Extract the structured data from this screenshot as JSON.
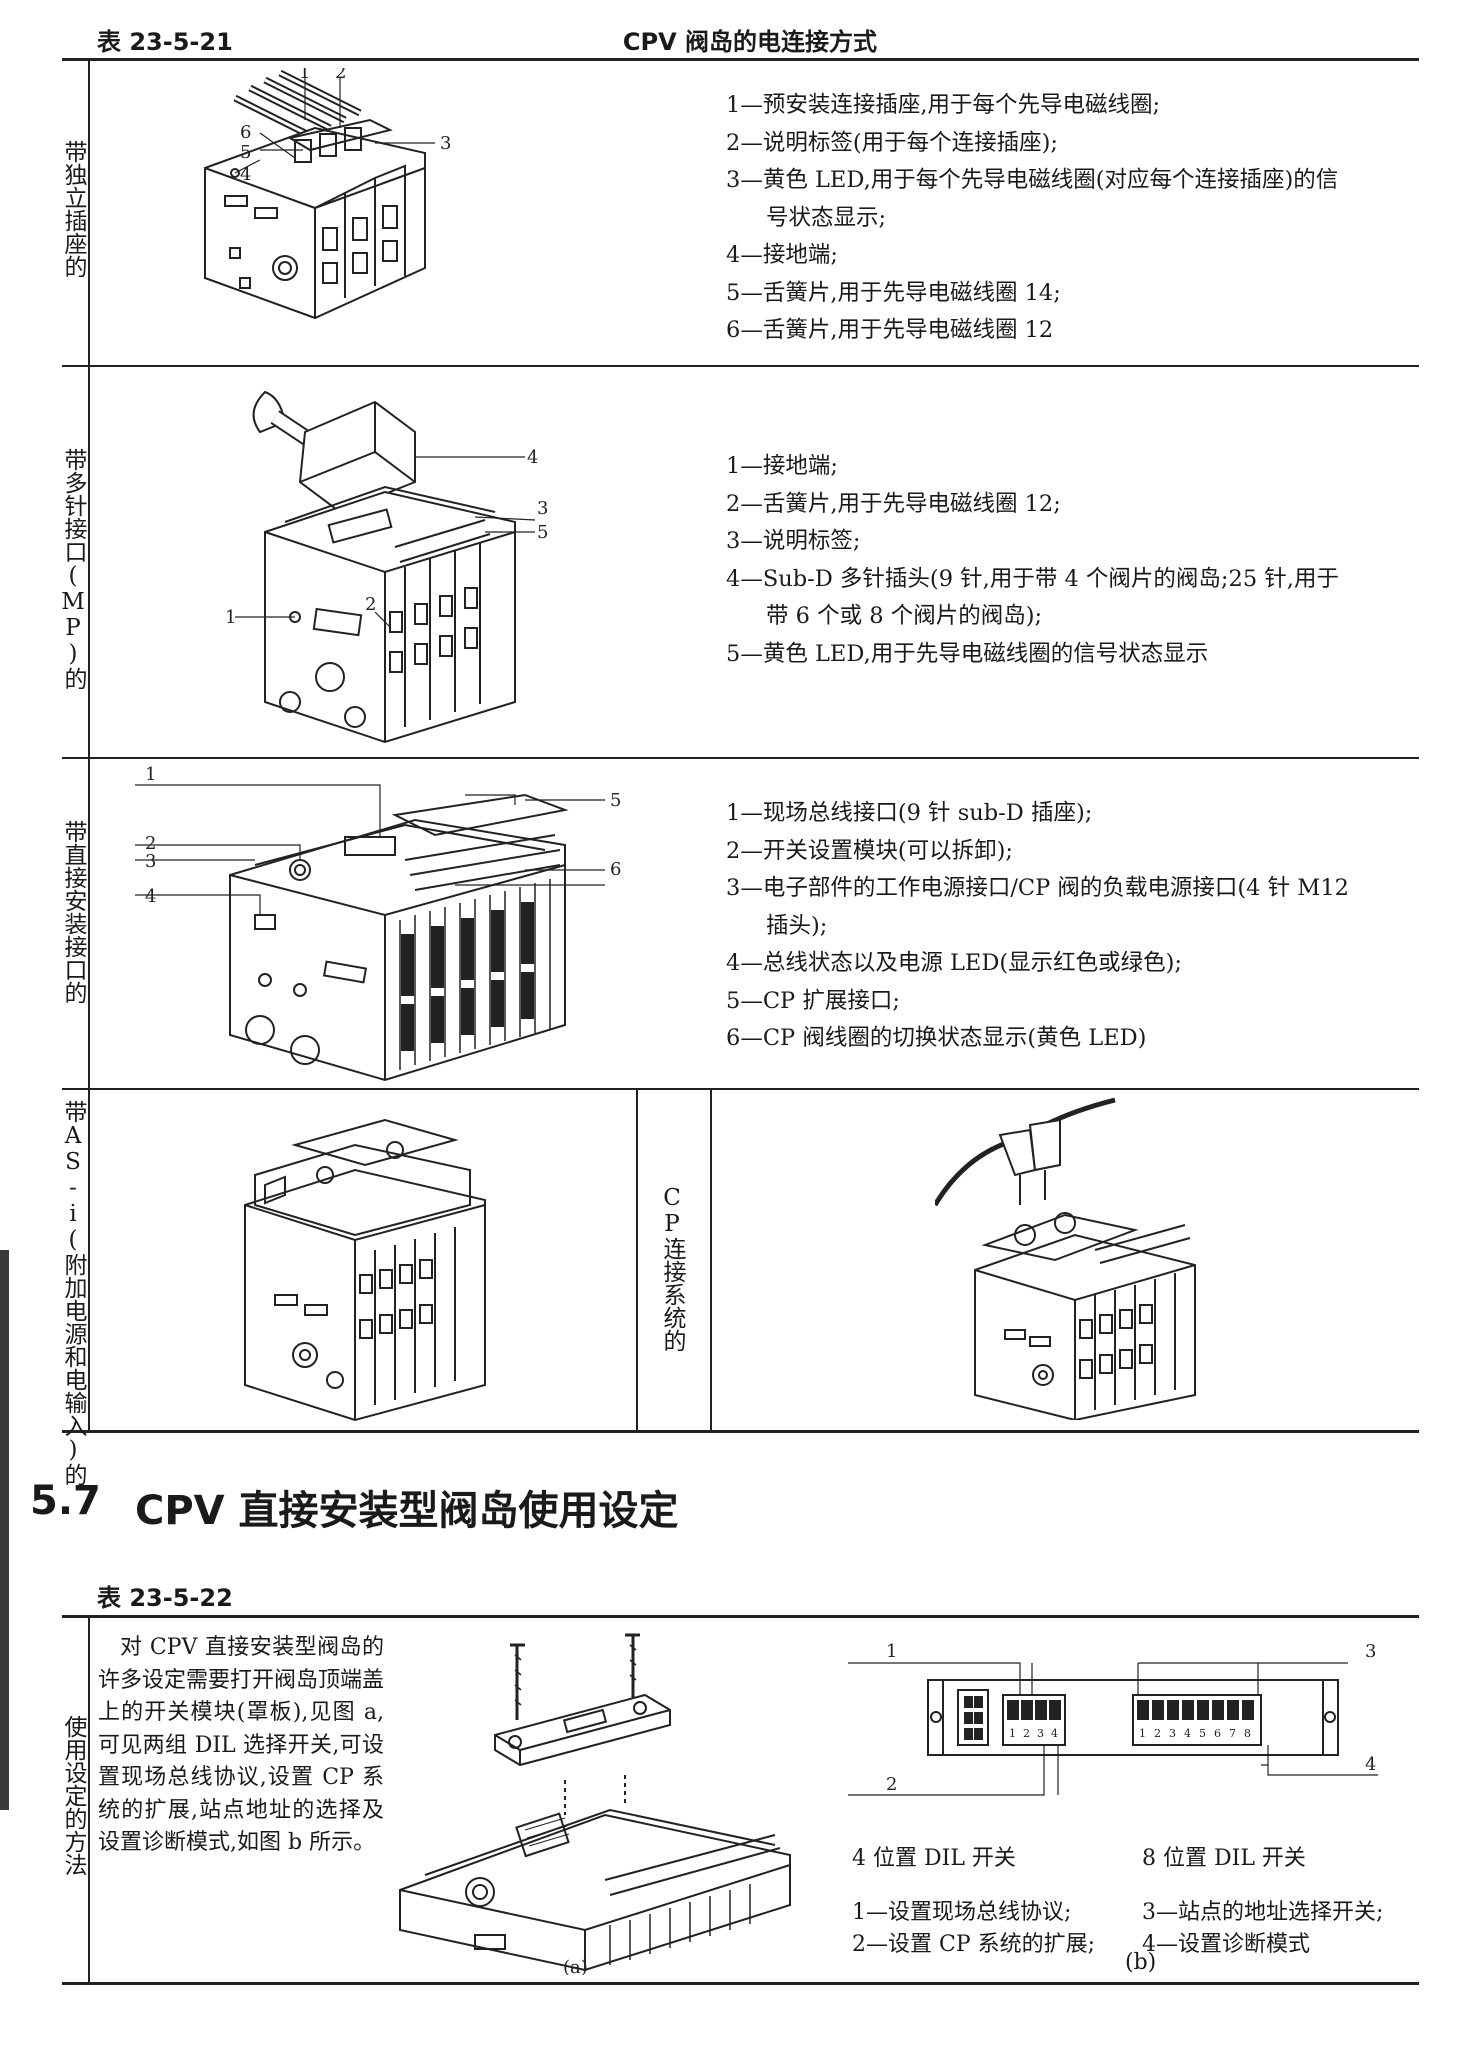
{
  "table1": {
    "number": "表 23-5-21",
    "title": "CPV 阀岛的电连接方式",
    "rows": [
      {
        "label": "带独立插座的",
        "legend": [
          "1—预安装连接插座,用于每个先导电磁线圈;",
          "2—说明标签(用于每个连接插座);",
          "3—黄色 LED,用于每个先导电磁线圈(对应每个连接插座)的信",
          "号状态显示;",
          "4—接地端;",
          "5—舌簧片,用于先导电磁线圈 14;",
          "6—舌簧片,用于先导电磁线圈 12"
        ],
        "callouts": [
          "1",
          "2",
          "3",
          "4",
          "5",
          "6"
        ]
      },
      {
        "label": "带多针接口(MP)的",
        "legend": [
          "1—接地端;",
          "2—舌簧片,用于先导电磁线圈 12;",
          "3—说明标签;",
          "4—Sub-D 多针插头(9 针,用于带 4 个阀片的阀岛;25 针,用于",
          "带 6 个或 8 个阀片的阀岛);",
          "5—黄色 LED,用于先导电磁线圈的信号状态显示"
        ],
        "callouts": [
          "1",
          "2",
          "3",
          "4",
          "5"
        ]
      },
      {
        "label": "带直接安装接口的",
        "legend": [
          "1—现场总线接口(9 针 sub-D 插座);",
          "2—开关设置模块(可以拆卸);",
          "3—电子部件的工作电源接口/CP 阀的负载电源接口(4 针 M12",
          "插头);",
          "4—总线状态以及电源 LED(显示红色或绿色);",
          "5—CP 扩展接口;",
          "6—CP 阀线圈的切换状态显示(黄色 LED)"
        ],
        "callouts": [
          "1",
          "2",
          "3",
          "4",
          "5",
          "6"
        ]
      },
      {
        "label": "带AS-i(附加电源和电输入)的",
        "middle_label": "CP连接系统的"
      }
    ]
  },
  "section": {
    "number": "5.7",
    "title": "CPV 直接安装型阀岛使用设定"
  },
  "table2": {
    "number": "表 23-5-22",
    "label": "使用设定的方法",
    "paragraph": "对 CPV 直接安装型阀岛的许多设定需要打开阀岛顶端盖上的开关模块(罩板),见图 a,可见两组 DIL 选择开关,可设置现场总线协议,设置 CP 系统的扩展,站点地址的选择及设置诊断模式,如图 b 所示。",
    "figure_a_caption": "(a)",
    "figure_b": {
      "callouts": [
        "1",
        "2",
        "3",
        "4"
      ],
      "switch4_label": "4 位置 DIL 开关",
      "switch8_label": "8 位置 DIL 开关",
      "switch4_digits": [
        "1",
        "2",
        "3",
        "4"
      ],
      "switch8_digits": [
        "1",
        "2",
        "3",
        "4",
        "5",
        "6",
        "7",
        "8"
      ],
      "legend_left": [
        "1—设置现场总线协议;",
        "2—设置 CP 系统的扩展;"
      ],
      "legend_right": [
        "3—站点的地址选择开关;",
        "4—设置诊断模式"
      ],
      "caption": "(b)"
    }
  },
  "colors": {
    "ink": "#1a1a1a",
    "rule": "#222222",
    "paper": "#ffffff"
  }
}
